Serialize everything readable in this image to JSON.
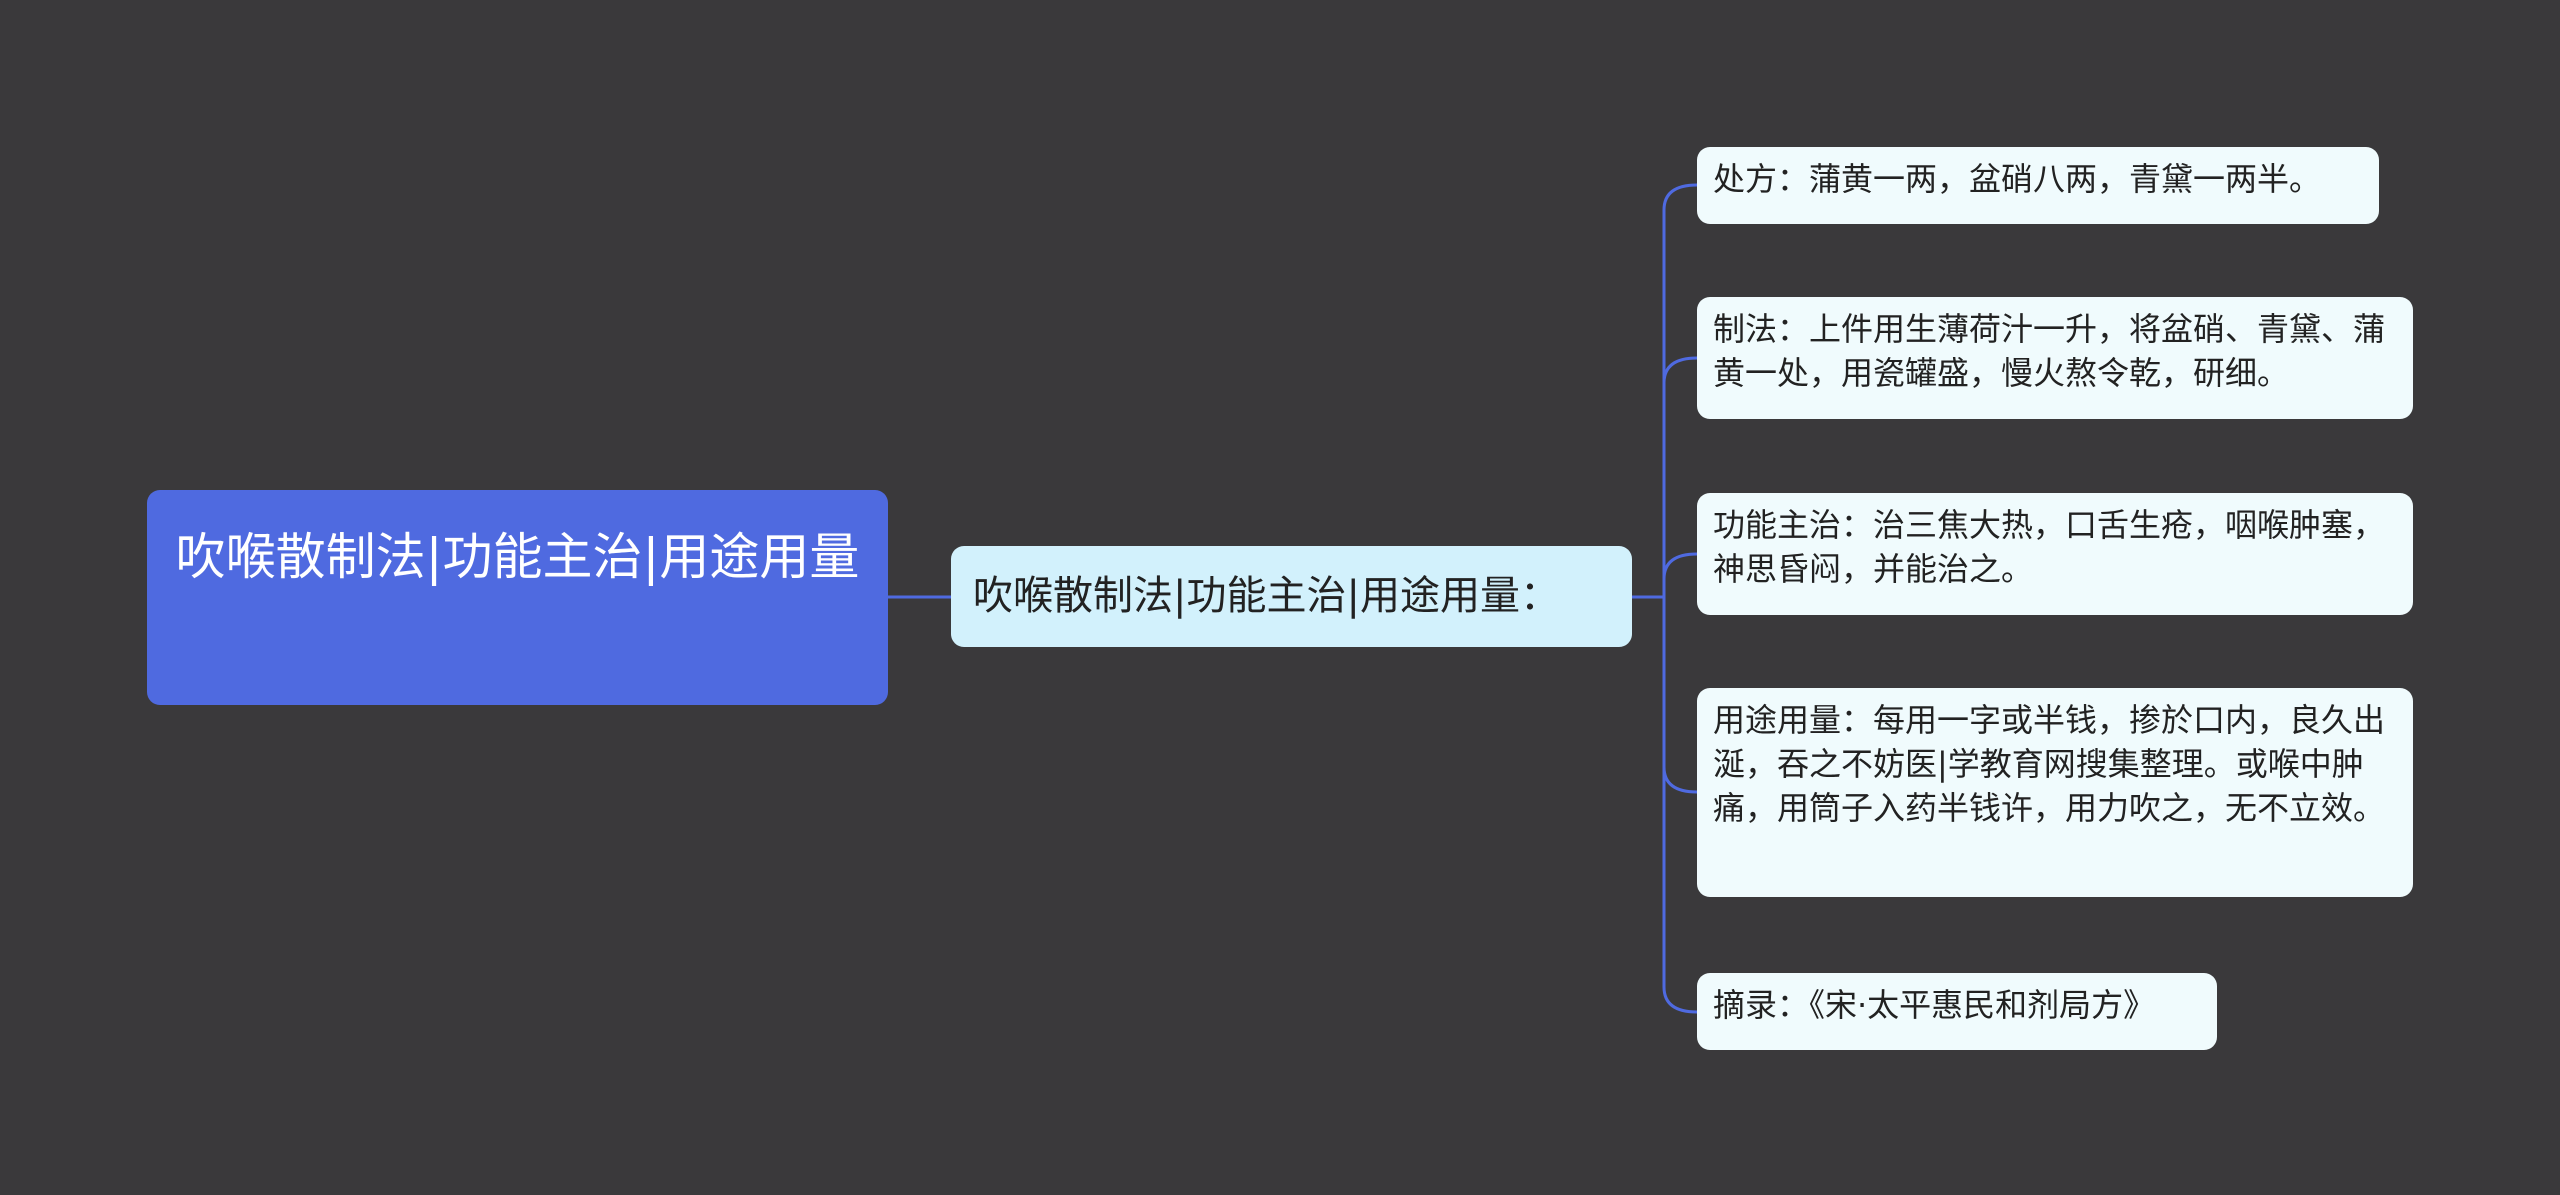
{
  "root": {
    "text": "吹喉散制法|功能主治|用途用量"
  },
  "branch": {
    "text": "吹喉散制法|功能主治|用途用量："
  },
  "leaves": [
    {
      "text": "处方：蒲黄一两，盆硝八两，青黛一两半。"
    },
    {
      "text": "制法：上件用生薄荷汁一升，将盆硝、青黛、蒲黄一处，用瓷罐盛，慢火熬令乾，研细。"
    },
    {
      "text": "功能主治：治三焦大热，口舌生疮，咽喉肿塞，神思昏闷，并能治之。"
    },
    {
      "text": "用途用量：每用一字或半钱，掺於口内，良久出涎，吞之不妨医|学教育网搜集整理。或喉中肿痛，用筒子入药半钱许，用力吹之，无不立效。"
    },
    {
      "text": "摘录：《宋·太平惠民和剂局方》"
    }
  ],
  "colors": {
    "background": "#3a393b",
    "root_fill": "#4f6ae0",
    "branch_fill": "#d2f1fc",
    "leaf_fill": "#f0fbfd",
    "connector": "#4f6ae0"
  }
}
